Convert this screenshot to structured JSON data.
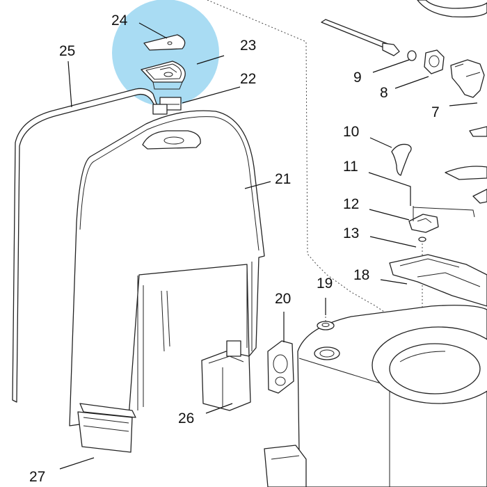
{
  "highlight_color": "#a9dcf3",
  "callouts": [
    {
      "id": "24",
      "label": "24"
    },
    {
      "id": "23",
      "label": "23"
    },
    {
      "id": "25",
      "label": "25"
    },
    {
      "id": "22",
      "label": "22"
    },
    {
      "id": "9",
      "label": "9"
    },
    {
      "id": "8",
      "label": "8"
    },
    {
      "id": "7",
      "label": "7"
    },
    {
      "id": "10",
      "label": "10"
    },
    {
      "id": "11",
      "label": "11"
    },
    {
      "id": "12",
      "label": "12"
    },
    {
      "id": "21",
      "label": "21"
    },
    {
      "id": "13",
      "label": "13"
    },
    {
      "id": "18",
      "label": "18"
    },
    {
      "id": "19",
      "label": "19"
    },
    {
      "id": "20",
      "label": "20"
    },
    {
      "id": "26",
      "label": "26"
    },
    {
      "id": "27",
      "label": "27"
    }
  ]
}
